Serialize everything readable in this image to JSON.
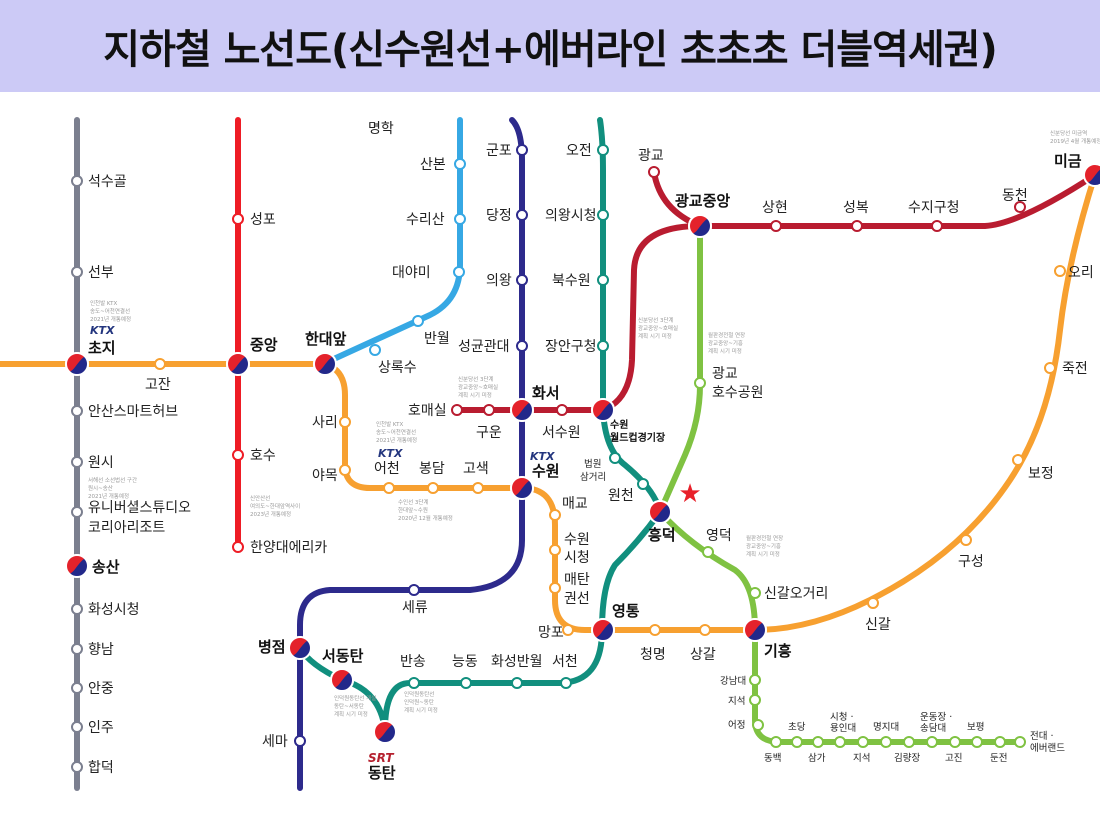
{
  "title": "지하철 노선도(신수원선+에버라인 초초초 더블역세권)",
  "colors": {
    "gray_line": "#7b7f8f",
    "red_line": "#ee1c25",
    "orange_line": "#f7a030",
    "sky_line": "#36a8e4",
    "navy_line": "#2d2a8c",
    "teal_line": "#118f7e",
    "sinbundang_line": "#b91c30",
    "green_line": "#7fc242",
    "transfer_red": "#e4222b",
    "transfer_blue": "#22288a",
    "star": "#e8202a"
  },
  "badges": {
    "ktx": "KTX",
    "srt": "SRT"
  },
  "stations": {
    "seoksugol": "석수골",
    "seonbu": "선부",
    "choji": "초지",
    "gojan": "고잔",
    "ansan_smart_hub": "안산스마트허브",
    "wonsi": "원시",
    "universal_1": "유니버셜스튜디오",
    "universal_2": "코리아리조트",
    "songsan": "송산",
    "hwaseong_sicheong": "화성시청",
    "hyangnam": "향남",
    "anjung": "안중",
    "inju": "인주",
    "hapdeok": "합덕",
    "seongpo": "성포",
    "jungang": "중앙",
    "hoesu": "호수",
    "hanyang_erica": "한양대에리카",
    "myeonghak": "명학",
    "sanbon": "산본",
    "surisan": "수리산",
    "daeyami": "대야미",
    "banwol": "반월",
    "sangroksu": "상록수",
    "handaeap": "한대앞",
    "sari": "사리",
    "yamok": "야목",
    "eocheon": "어천",
    "bongdam": "봉담",
    "gosaek": "고색",
    "gunpo": "군포",
    "dangjeong": "당정",
    "uiwang": "의왕",
    "seonggyungwan": "성균관대",
    "hwaseo": "화서",
    "homaesil": "호매실",
    "guun": "구운",
    "seosuwon": "서수원",
    "suwon": "수원",
    "maegyo": "매교",
    "suwon_sicheong_1": "수원",
    "suwon_sicheong_2": "시청",
    "maetan_1": "매탄",
    "maetan_2": "권선",
    "mangpo": "망포",
    "yeongtong": "영통",
    "cheongmyeong": "청명",
    "sanggal": "상갈",
    "giheung": "기흥",
    "seryu": "세류",
    "byeongjeom": "병점",
    "sedongtan": "서동탄",
    "sema": "세마",
    "dongtan": "동탄",
    "bansong": "반송",
    "neungdong": "능동",
    "hwaseong_banwol": "화성반월",
    "seocheon": "서천",
    "ojeon": "오전",
    "uiwang_sicheong": "의왕시청",
    "buksuwon": "북수원",
    "jangan_gucheong": "장안구청",
    "suwon_wc_1": "수원",
    "suwon_wc_2": "월드컵경기장",
    "beopwon_1": "법원",
    "beopwon_2": "삼거리",
    "woncheon": "원천",
    "heungdeok": "흥덕",
    "gwanggyo": "광교",
    "gwanggyo_jungang": "광교중앙",
    "gwanggyo_lake_1": "광교",
    "gwanggyo_lake_2": "호수공원",
    "yeongdeok": "영덕",
    "singal_ogeori": "신갈오거리",
    "singal": "신갈",
    "guseong": "구성",
    "bojeong": "보정",
    "jukjeon": "죽전",
    "ori": "오리",
    "migeum": "미금",
    "sanghyeon": "상현",
    "seongbok": "성복",
    "suji_gucheong": "수지구청",
    "dongcheon": "동천",
    "gangnamdae": "강남대",
    "jiseok": "지석",
    "eojeong": "어정",
    "dongbaek": "동백",
    "chodang": "초당",
    "samga": "삼가",
    "sicheong_yongindae_1": "시청 ·",
    "sicheong_yongindae_2": "용인대",
    "jiseok2": "지석",
    "myeongjidae": "명지대",
    "gimnyangjang": "김량장",
    "undonggang_1": "운동장 ·",
    "undonggang_2": "송담대",
    "gojin": "고진",
    "bopyeong": "보평",
    "dunjeon": "둔전",
    "jeondae_1": "전대 ·",
    "jeondae_2": "에버랜드"
  },
  "notes": {
    "choji_1": "인천발 KTX",
    "choji_2": "송도~어천연결선",
    "choji_3": "2021년 개통예정",
    "handae_1": "인천발 KTX",
    "handae_2": "송도~어천연결선",
    "handae_3": "2021년 개통예정",
    "hoesu_1": "신안산선",
    "hoesu_2": "여의도~한대앞역사이",
    "hoesu_3": "2023년 개통예정",
    "wonsi_1": "서해선 소선법선 구간",
    "wonsi_2": "원시~송산",
    "wonsi_3": "2021년 개통예정",
    "eocheon_1": "수인선 3단계",
    "eocheon_2": "한대앞~수원",
    "eocheon_3": "2020년 12월 개통예정",
    "homaesil_1": "신분당선 3단계",
    "homaesil_2": "광교중앙~호매실",
    "homaesil_3": "계획 시기 미정",
    "gwanggyo_1": "신분당선 3단계",
    "gwanggyo_2": "광교중앙~호매실",
    "gwanggyo_3": "계획 시기 미정",
    "gwanggyo_lake_1": "월판경전철 연장",
    "gwanggyo_lake_2": "광교중앙~기흥",
    "gwanggyo_lake_3": "계획 시기 미정",
    "yeongdeok_1": "월판경전철 연장",
    "yeongdeok_2": "광교중앙~기흥",
    "yeongdeok_3": "계획 시기 미정",
    "sedongtan_1": "인덕원동탄선 개설",
    "sedongtan_2": "동탄~서동탄",
    "sedongtan_3": "계획 시기 미정",
    "bansong_1": "인덕원동탄선",
    "bansong_2": "인덕원~동탄",
    "bansong_3": "계획 시기 미정",
    "migeum_1": "신분당선 미금역",
    "migeum_2": "2019년 4월 개통예정"
  }
}
